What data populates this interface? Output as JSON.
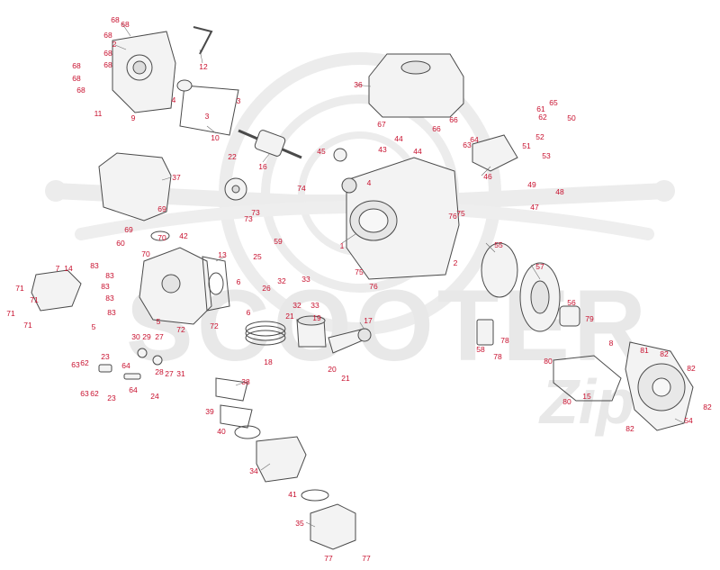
{
  "watermark": {
    "text": "SCOOTER",
    "suffix": "Zip",
    "color": "#e6e6e6"
  },
  "colors": {
    "callout_red": "#c8102e",
    "line_gray": "#6e6e6e",
    "part_fill": "#f3f3f3",
    "part_stroke": "#4a4a4a"
  },
  "callouts": [
    {
      "id": "c1",
      "text": "68"
    },
    {
      "id": "c2",
      "text": "68"
    },
    {
      "id": "c3",
      "text": "68"
    },
    {
      "id": "c4",
      "text": "2"
    },
    {
      "id": "c5",
      "text": "68"
    },
    {
      "id": "c6",
      "text": "68"
    },
    {
      "id": "c7",
      "text": "68"
    },
    {
      "id": "c8",
      "text": "68"
    },
    {
      "id": "c9",
      "text": "68"
    },
    {
      "id": "c10",
      "text": "11"
    },
    {
      "id": "c11",
      "text": "9"
    },
    {
      "id": "c12",
      "text": "4"
    },
    {
      "id": "c13",
      "text": "3"
    },
    {
      "id": "c14",
      "text": "3"
    },
    {
      "id": "c15",
      "text": "10"
    },
    {
      "id": "c16",
      "text": "12"
    },
    {
      "id": "c17",
      "text": "36"
    },
    {
      "id": "c18",
      "text": "67"
    },
    {
      "id": "c19",
      "text": "66"
    },
    {
      "id": "c20",
      "text": "66"
    },
    {
      "id": "c21",
      "text": "65"
    },
    {
      "id": "c22",
      "text": "61"
    },
    {
      "id": "c23",
      "text": "62"
    },
    {
      "id": "c24",
      "text": "50"
    },
    {
      "id": "c25",
      "text": "63"
    },
    {
      "id": "c26",
      "text": "64"
    },
    {
      "id": "c27",
      "text": "52"
    },
    {
      "id": "c28",
      "text": "51"
    },
    {
      "id": "c29",
      "text": "53"
    },
    {
      "id": "c30",
      "text": "46"
    },
    {
      "id": "c31",
      "text": "44"
    },
    {
      "id": "c32",
      "text": "43"
    },
    {
      "id": "c33",
      "text": "44"
    },
    {
      "id": "c34",
      "text": "45"
    },
    {
      "id": "c35",
      "text": "16"
    },
    {
      "id": "c36",
      "text": "22"
    },
    {
      "id": "c37",
      "text": "37"
    },
    {
      "id": "c38",
      "text": "69"
    },
    {
      "id": "c39",
      "text": "69"
    },
    {
      "id": "c40",
      "text": "42"
    },
    {
      "id": "c41",
      "text": "74"
    },
    {
      "id": "c42",
      "text": "73"
    },
    {
      "id": "c43",
      "text": "73"
    },
    {
      "id": "c44",
      "text": "59"
    },
    {
      "id": "c45",
      "text": "4"
    },
    {
      "id": "c46",
      "text": "1"
    },
    {
      "id": "c47",
      "text": "76"
    },
    {
      "id": "c48",
      "text": "75"
    },
    {
      "id": "c49",
      "text": "49"
    },
    {
      "id": "c50",
      "text": "48"
    },
    {
      "id": "c51",
      "text": "47"
    },
    {
      "id": "c52",
      "text": "60"
    },
    {
      "id": "c53",
      "text": "70"
    },
    {
      "id": "c54",
      "text": "70"
    },
    {
      "id": "c55",
      "text": "13"
    },
    {
      "id": "c56",
      "text": "83"
    },
    {
      "id": "c57",
      "text": "83"
    },
    {
      "id": "c58",
      "text": "83"
    },
    {
      "id": "c59",
      "text": "83"
    },
    {
      "id": "c60",
      "text": "83"
    },
    {
      "id": "c61",
      "text": "7"
    },
    {
      "id": "c62",
      "text": "14"
    },
    {
      "id": "c63",
      "text": "71"
    },
    {
      "id": "c64",
      "text": "71"
    },
    {
      "id": "c65",
      "text": "71"
    },
    {
      "id": "c66",
      "text": "71"
    },
    {
      "id": "c67",
      "text": "5"
    },
    {
      "id": "c68",
      "text": "5"
    },
    {
      "id": "c69",
      "text": "72"
    },
    {
      "id": "c70",
      "text": "72"
    },
    {
      "id": "c71",
      "text": "6"
    },
    {
      "id": "c72",
      "text": "6"
    },
    {
      "id": "c73",
      "text": "25"
    },
    {
      "id": "c74",
      "text": "26"
    },
    {
      "id": "c75",
      "text": "32"
    },
    {
      "id": "c76",
      "text": "33"
    },
    {
      "id": "c77",
      "text": "32"
    },
    {
      "id": "c78",
      "text": "33"
    },
    {
      "id": "c79",
      "text": "2"
    },
    {
      "id": "c80",
      "text": "55"
    },
    {
      "id": "c81",
      "text": "57"
    },
    {
      "id": "c82",
      "text": "75"
    },
    {
      "id": "c83",
      "text": "76"
    },
    {
      "id": "c84",
      "text": "21"
    },
    {
      "id": "c85",
      "text": "19"
    },
    {
      "id": "c86",
      "text": "17"
    },
    {
      "id": "c87",
      "text": "18"
    },
    {
      "id": "c88",
      "text": "20"
    },
    {
      "id": "c89",
      "text": "21"
    },
    {
      "id": "c90",
      "text": "56"
    },
    {
      "id": "c91",
      "text": "79"
    },
    {
      "id": "c92",
      "text": "58"
    },
    {
      "id": "c93",
      "text": "78"
    },
    {
      "id": "c94",
      "text": "78"
    },
    {
      "id": "c95",
      "text": "8"
    },
    {
      "id": "c96",
      "text": "81"
    },
    {
      "id": "c97",
      "text": "82"
    },
    {
      "id": "c98",
      "text": "82"
    },
    {
      "id": "c99",
      "text": "82"
    },
    {
      "id": "c100",
      "text": "54"
    },
    {
      "id": "c101",
      "text": "82"
    },
    {
      "id": "c102",
      "text": "80"
    },
    {
      "id": "c103",
      "text": "80"
    },
    {
      "id": "c104",
      "text": "15"
    },
    {
      "id": "c105",
      "text": "30"
    },
    {
      "id": "c106",
      "text": "29"
    },
    {
      "id": "c107",
      "text": "27"
    },
    {
      "id": "c108",
      "text": "28"
    },
    {
      "id": "c109",
      "text": "27"
    },
    {
      "id": "c110",
      "text": "31"
    },
    {
      "id": "c111",
      "text": "23"
    },
    {
      "id": "c112",
      "text": "63"
    },
    {
      "id": "c113",
      "text": "62"
    },
    {
      "id": "c114",
      "text": "64"
    },
    {
      "id": "c115",
      "text": "63"
    },
    {
      "id": "c116",
      "text": "62"
    },
    {
      "id": "c117",
      "text": "23"
    },
    {
      "id": "c118",
      "text": "64"
    },
    {
      "id": "c119",
      "text": "24"
    },
    {
      "id": "c120",
      "text": "38"
    },
    {
      "id": "c121",
      "text": "39"
    },
    {
      "id": "c122",
      "text": "40"
    },
    {
      "id": "c123",
      "text": "34"
    },
    {
      "id": "c124",
      "text": "41"
    },
    {
      "id": "c125",
      "text": "35"
    },
    {
      "id": "c126",
      "text": "77"
    },
    {
      "id": "c127",
      "text": "77"
    }
  ]
}
